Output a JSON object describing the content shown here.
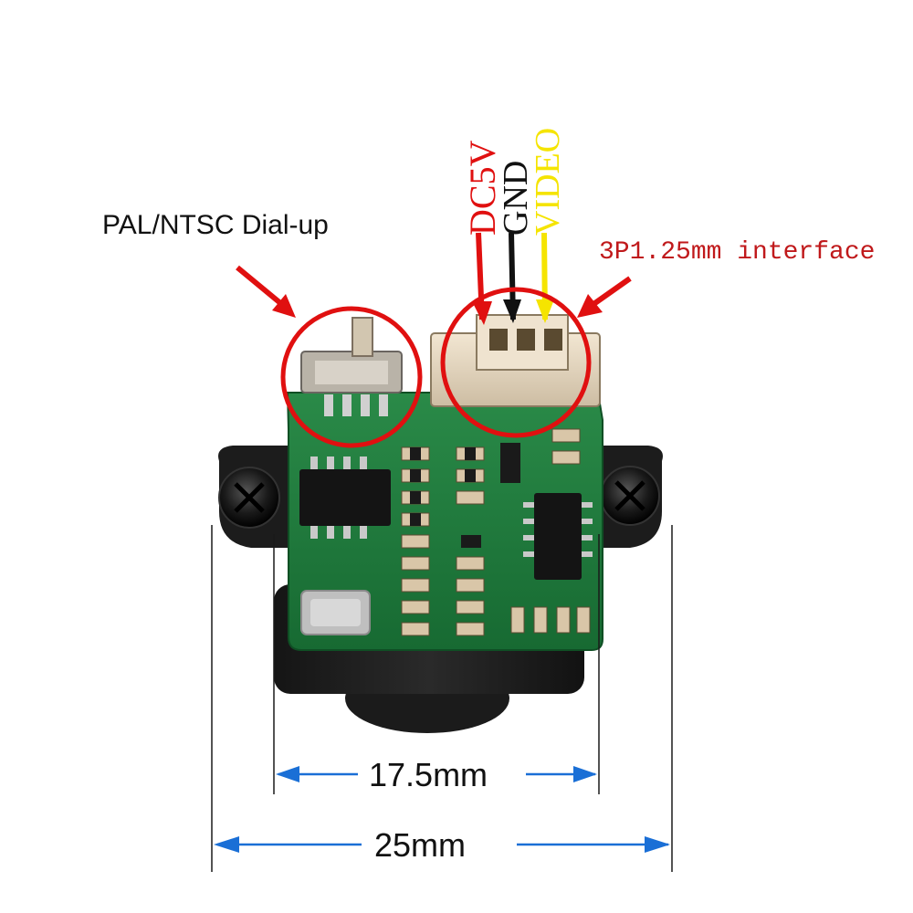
{
  "labels": {
    "switch_label": "PAL/NTSC Dial-up",
    "interface_label": "3P1.25mm interface",
    "pin_dc5v": "DC5V",
    "pin_gnd": "GND",
    "pin_video": "VIDEO",
    "dim_inner": "17.5mm",
    "dim_outer": "25mm"
  },
  "colors": {
    "annotation_red": "#e01010",
    "dimension_blue": "#1a6fd6",
    "video_yellow": "#f5e400",
    "gnd_black": "#111111",
    "pcb_green": "#1f7a3c"
  }
}
